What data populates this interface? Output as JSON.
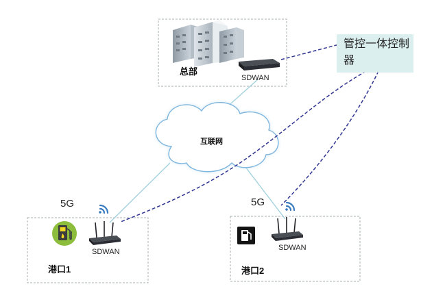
{
  "hq": {
    "label": "总部",
    "device": "SDWAN"
  },
  "internet": {
    "label": "互联网"
  },
  "controller": {
    "label": "管控一体控制器"
  },
  "port1": {
    "label": "港口1",
    "device": "SDWAN",
    "signal": "5G"
  },
  "port2": {
    "label": "港口2",
    "device": "SDWAN",
    "signal": "5G"
  },
  "colors": {
    "cloud_fill": "#ffffff",
    "cloud_stroke": "#7fb6dd",
    "cloud_glow": "#cfe6f5",
    "link_line": "#9fd0dc",
    "control_dash": "#2f3591",
    "box_dash": "#a7afb2",
    "controller_bg": "#dcefef",
    "wifi": "#3a7bbf",
    "router": "#2a2d33",
    "fuel_green": "#8dbd3c",
    "fuel_black": "#141414"
  },
  "icons": [
    "building-icon",
    "router-icon",
    "cloud-icon",
    "wifi-signal-icon",
    "fuel-pump-icon"
  ]
}
